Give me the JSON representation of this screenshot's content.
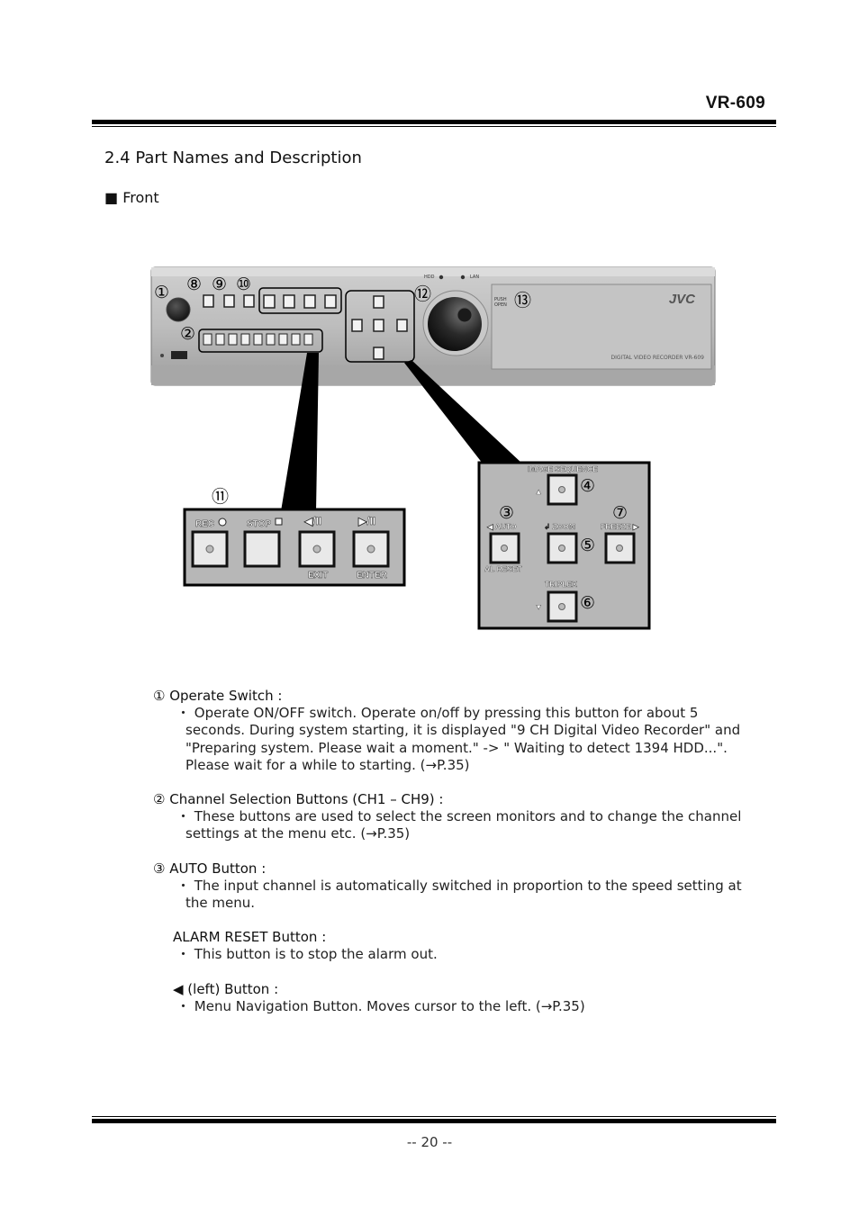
{
  "header": {
    "model": "VR-609"
  },
  "section": {
    "title": "2.4  Part Names and Description",
    "front_label": "■ Front"
  },
  "figure": {
    "callouts": [
      "①",
      "⑧",
      "⑨",
      "⑩",
      "⑫",
      "⑬",
      "②",
      "⑪",
      "③",
      "④",
      "⑤",
      "⑥",
      "⑦"
    ],
    "device": {
      "brand": "JVC",
      "push_open": [
        "PUSH",
        "OPEN"
      ],
      "model_text": "DIGITAL VIDEO RECORDER VR-609",
      "hdd": "HDD",
      "lan": "LAN"
    },
    "zoom1": {
      "rec": "REC",
      "stop": "STOP",
      "exit_sym": "◀/II",
      "enter_sym": "▶/II",
      "exit": "EXIT",
      "enter": "ENTER"
    },
    "zoom2": {
      "image_sequence": "IMAGE SEQUENCE",
      "auto": "◀ AUTO",
      "zoom": "↲ ZOOM",
      "freeze": "FREEZE ▶",
      "al_reset": "AL RESET",
      "triplex": "TRIPLEX",
      "up": "▲",
      "down": "▼"
    }
  },
  "items": [
    {
      "head": "① Operate Switch :",
      "body": "・ Operate ON/OFF switch. Operate on/off by pressing this button for about 5 seconds. During system starting, it is displayed \"9 CH Digital Video Recorder\" and \"Preparing system. Please wait a moment.\" -> \" Waiting to detect 1394 HDD...\". Please wait for a while to starting. (→P.35)"
    },
    {
      "head": "② Channel Selection Buttons (CH1 – CH9) :",
      "body": "・ These buttons are used to select the screen monitors and to change the channel settings at the menu etc. (→P.35)"
    },
    {
      "head": "③ AUTO Button :",
      "body": "・ The input channel is automatically switched in proportion to the speed setting at the menu."
    },
    {
      "head": "ALARM RESET Button :",
      "body": "・ This button is to stop the alarm out."
    },
    {
      "head": "◀ (left) Button :",
      "body": "・ Menu Navigation Button. Moves cursor to the left. (→P.35)"
    }
  ],
  "footer": {
    "page": "-- 20 --"
  }
}
